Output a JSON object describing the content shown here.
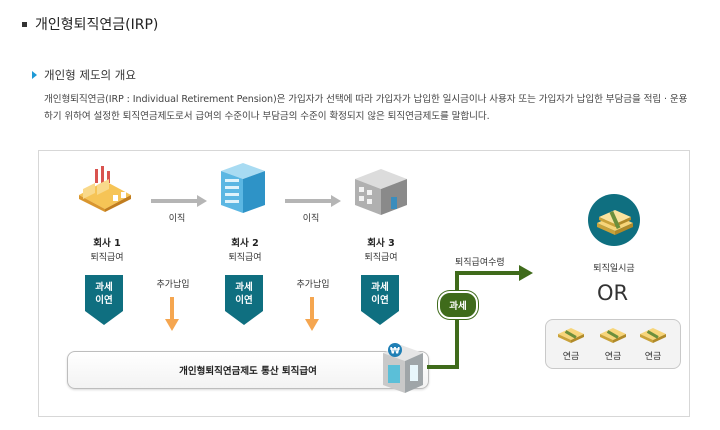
{
  "page": {
    "title": "개인형퇴직연금(IRP)",
    "subtitle": "개인형 제도의 개요",
    "description": "개인형퇴직연금(IRP : Individual Retirement Pension)은 가입자가 선택에 따라 가입자가 납입한 일시금이나 사용자 또는 가입자가 납입한 부담금을 적립 · 운용하기 위하여 설정한 퇴직연금제도로서 급여의 수준이나 부담금의 수준이 확정되지 않은 퇴직연금제도를 말합니다."
  },
  "diagram": {
    "companies": [
      {
        "name": "회사 1",
        "benefit": "퇴직급여"
      },
      {
        "name": "회사 2",
        "benefit": "퇴직급여"
      },
      {
        "name": "회사 3",
        "benefit": "퇴직급여"
      }
    ],
    "transfer_labels": [
      "이직",
      "이직"
    ],
    "tax_deferred_label_line1": "과세",
    "tax_deferred_label_line2": "이연",
    "extra_payment_label": "추가납입",
    "summary_label": "개인형퇴직연금제도 통산 퇴직급여",
    "receipt_label": "퇴직급여수령",
    "tax_badge": "과세",
    "lump_sum_label": "퇴직일시금",
    "or_label": "OR",
    "annuity_labels": [
      "연금",
      "연금",
      "연금"
    ],
    "colors": {
      "teal": "#0f6f80",
      "orange": "#f5a650",
      "green": "#3f6b1b",
      "grey_arrow": "#b5b5b5"
    }
  }
}
